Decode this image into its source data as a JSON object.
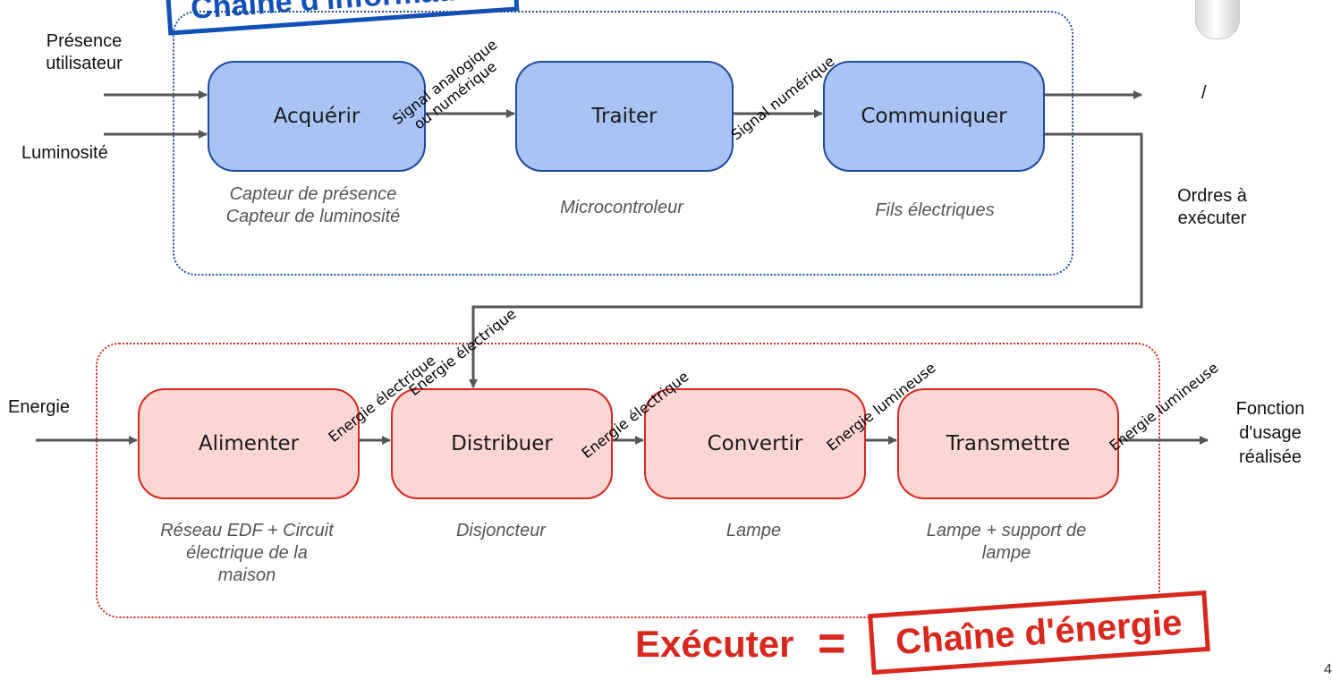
{
  "info_chain": {
    "stamp_label": "Chaîne d'information",
    "blocks": [
      {
        "label": "Acquérir",
        "component": [
          "Capteur de présence",
          "Capteur de luminosité"
        ]
      },
      {
        "label": "Traiter",
        "component": [
          "Microcontroleur"
        ]
      },
      {
        "label": "Communiquer",
        "component": [
          "Fils électriques"
        ]
      }
    ],
    "inputs": [
      {
        "label": [
          "Présence",
          "utilisateur"
        ]
      },
      {
        "label": [
          "Luminosité"
        ]
      }
    ],
    "flows": [
      {
        "label": [
          "Signal analogique",
          "ou numérique"
        ]
      },
      {
        "label": [
          "Signal numérique"
        ]
      }
    ],
    "output_slash": "/",
    "orders_label": [
      "Ordres à",
      "exécuter"
    ]
  },
  "energy_chain": {
    "blocks": [
      {
        "label": "Alimenter",
        "component": [
          "Réseau EDF + Circuit",
          "électrique de la",
          "maison"
        ]
      },
      {
        "label": "Distribuer",
        "component": [
          "Disjoncteur"
        ]
      },
      {
        "label": "Convertir",
        "component": [
          "Lampe"
        ]
      },
      {
        "label": "Transmettre",
        "component": [
          "Lampe + support de",
          "lampe"
        ]
      }
    ],
    "input_label": "Energie",
    "flows": [
      {
        "label": "Energie électrique"
      },
      {
        "label": "Energie électrique"
      },
      {
        "label": "Energie électrique"
      },
      {
        "label": "Energie lumineuse"
      },
      {
        "label": "Energie lumineuse"
      }
    ],
    "output_label": [
      "Fonction",
      "d'usage",
      "réalisée"
    ]
  },
  "bottom": {
    "verb": "Exécuter",
    "equals": "=",
    "stamp_label": "Chaîne d'énergie"
  },
  "page_number": "4",
  "colors": {
    "info_block_fill": "#a9c3f5",
    "info_block_border": "#1c4ba0",
    "energy_block_fill": "#fbd6d3",
    "energy_block_border": "#d5281d",
    "stamp_blue": "#1250b8",
    "stamp_red": "#d8271d",
    "arrow": "#555555"
  }
}
